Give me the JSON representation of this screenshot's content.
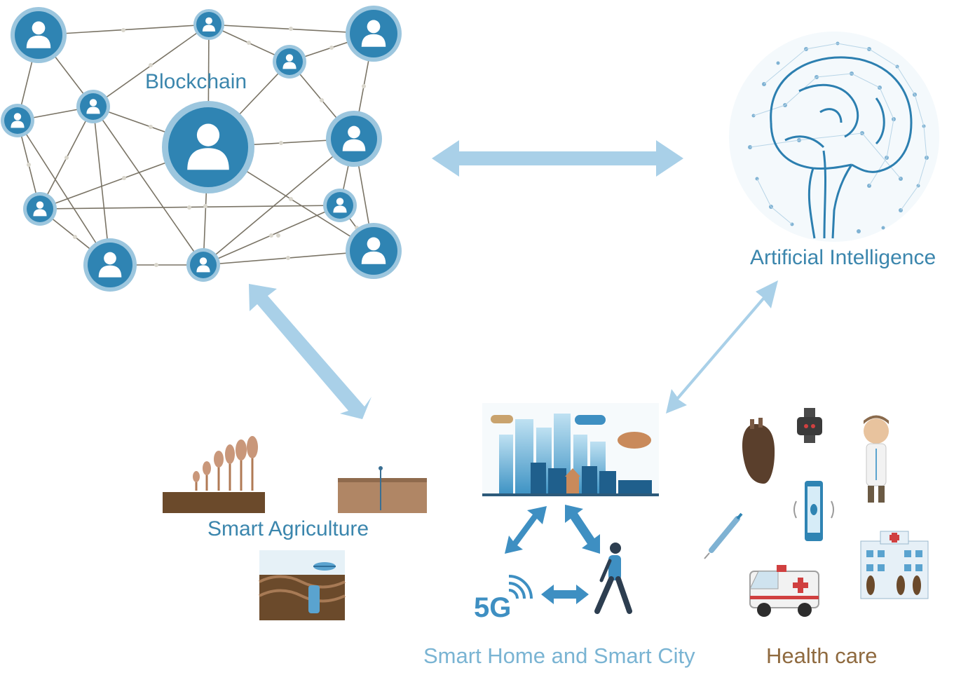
{
  "labels": {
    "blockchain": "Blockchain",
    "ai": "Artificial Intelligence",
    "agriculture": "Smart Agriculture",
    "city": "Smart Home and Smart City",
    "health": "Health care",
    "five_g": "5G"
  },
  "colors": {
    "node": "#2f84b3",
    "node_ring": "#9cc6de",
    "edge": "#7a7466",
    "arrow": "#a9d0e8",
    "label_blue": "#3b86ad",
    "label_light": "#7ab4d3",
    "label_brown": "#8f6a3f",
    "soil": "#6b4a2b",
    "brain": "#2c7fb0"
  }
}
